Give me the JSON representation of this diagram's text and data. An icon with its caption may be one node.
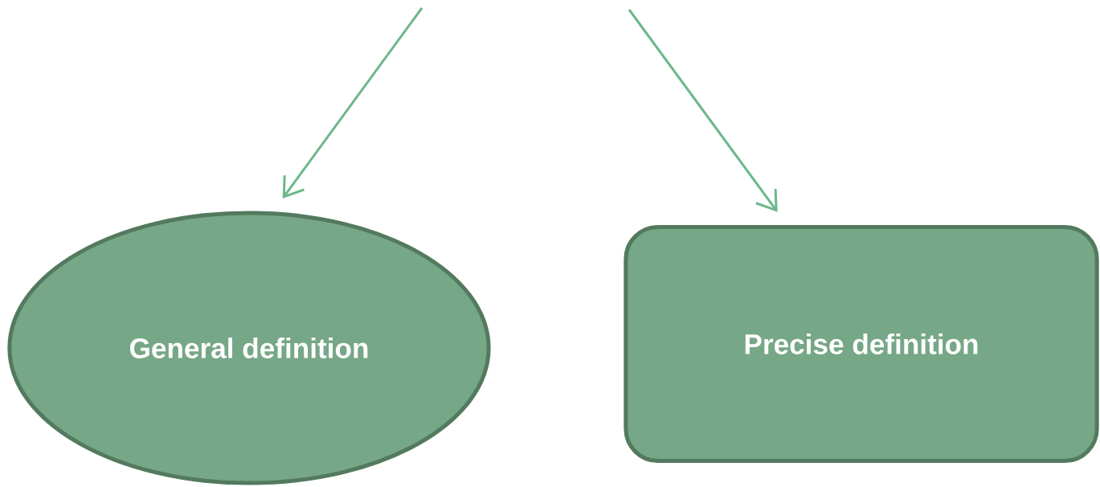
{
  "diagram": {
    "nodes": [
      {
        "text": [
          "General definition"
        ]
      },
      {
        "text": [
          "Precise definition"
        ]
      }
    ],
    "edges": [
      {
        "from": null,
        "to": 0,
        "arrow": "to"
      },
      {
        "from": null,
        "to": 1,
        "arrow": "to"
      }
    ]
  }
}
